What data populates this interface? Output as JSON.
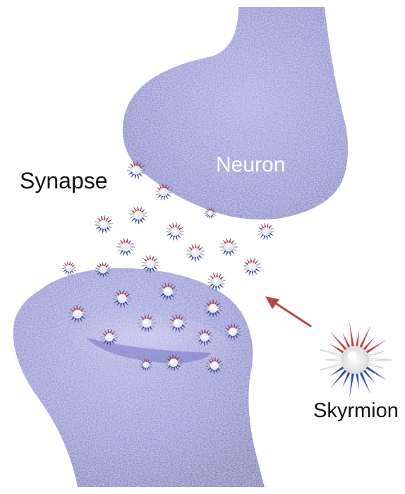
{
  "labels": {
    "synapse": "Synapse",
    "neuron": "Neuron",
    "skyrmion": "Skyrmion"
  },
  "colors": {
    "membrane": "#7f7fd0",
    "membrane_dark": "#5d5db0",
    "membrane_light": "#a9a9e6",
    "arrow": "#b04a44",
    "skyrmion_red": "#d23a3a",
    "skyrmion_blue": "#2c47b8",
    "skyrmion_white": "#f6f6f6"
  },
  "icons": {
    "neuron": "presynaptic-neuron-terminal",
    "dendrite": "postsynaptic-dendrite-terminal",
    "particle": "skyrmion-particle",
    "pointer": "arrow"
  }
}
